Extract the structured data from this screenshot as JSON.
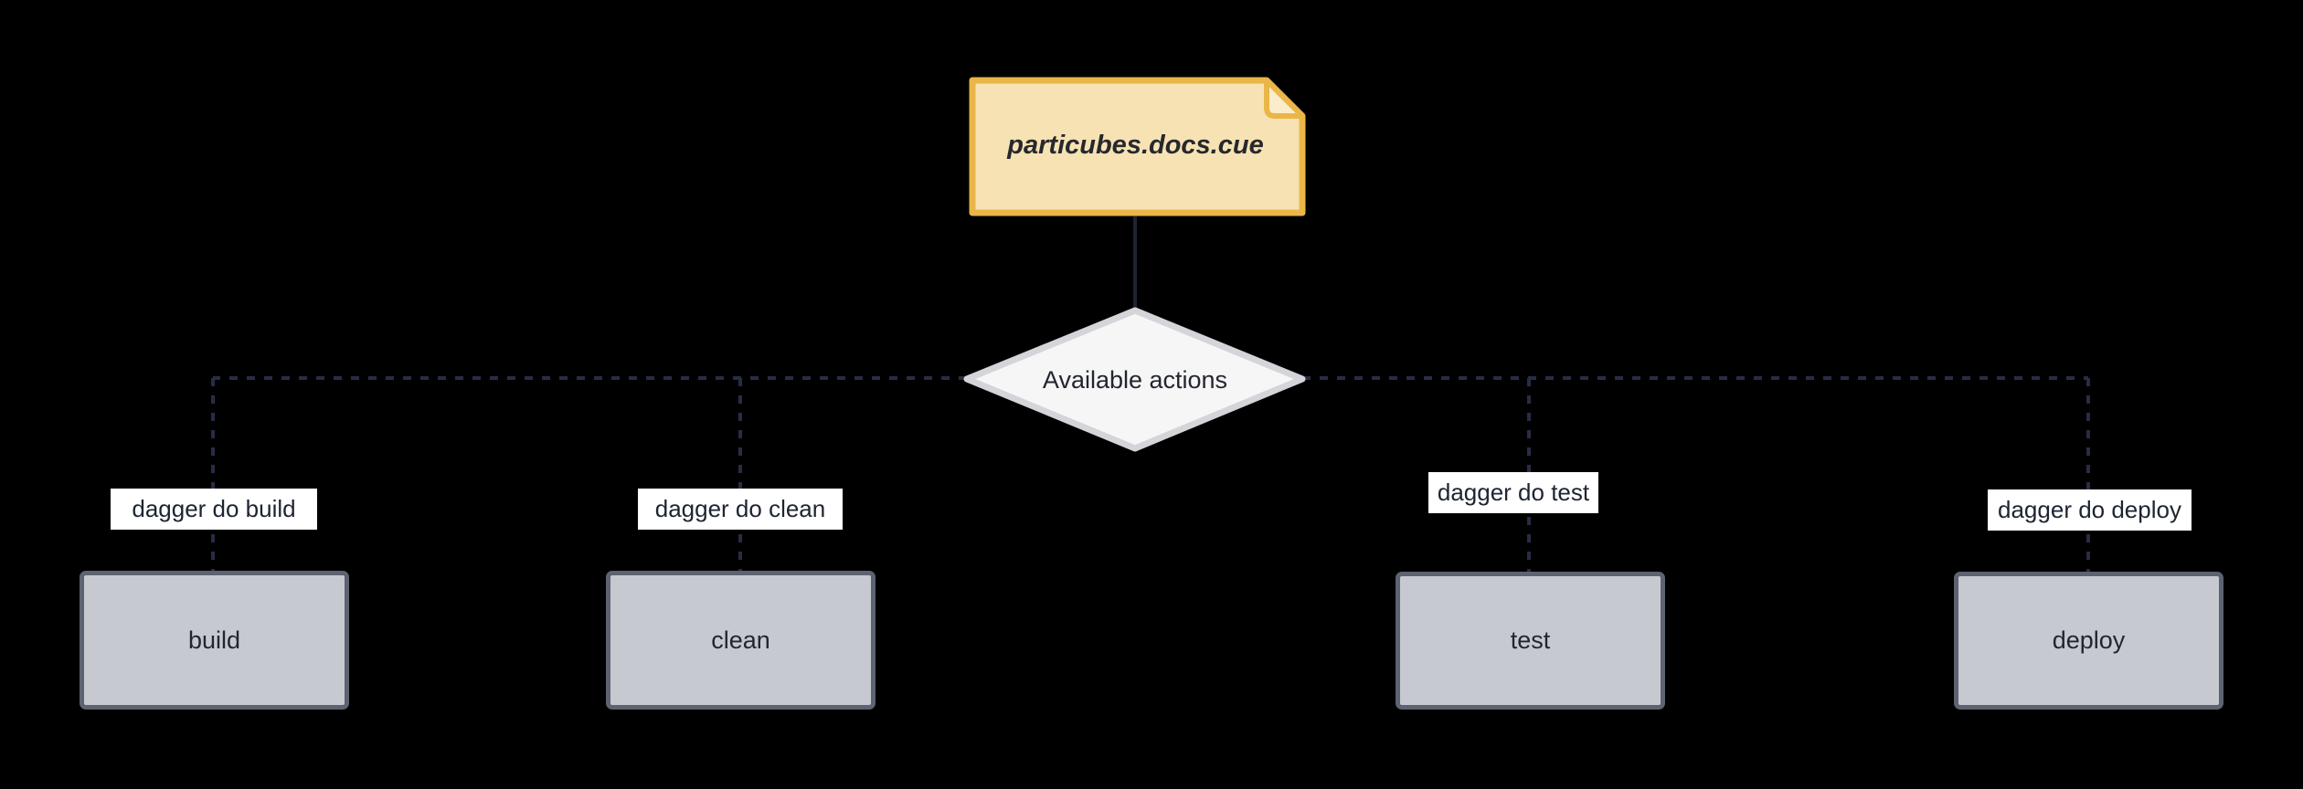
{
  "diagram": {
    "type": "flowchart",
    "background_color": "#000000",
    "source_file": {
      "label": "particubes.docs.cue",
      "fill_color": "#f7e2b4",
      "fold_fill_color": "#fbeccb",
      "border_color": "#eab648",
      "text_color": "#26282c"
    },
    "decision": {
      "label": "Available actions",
      "fill_color": "#f6f6f7",
      "border_color": "#d4d4d9",
      "text_color": "#22262e"
    },
    "actions": [
      {
        "command": "dagger do build",
        "node": "build"
      },
      {
        "command": "dagger do clean",
        "node": "clean"
      },
      {
        "command": "dagger do test",
        "node": "test"
      },
      {
        "command": "dagger do deploy",
        "node": "deploy"
      }
    ],
    "node_style": {
      "fill_color": "#c7c9d0",
      "border_color": "#5d6370",
      "text_color": "#22262e"
    },
    "edge_style": {
      "solid_color": "#1d2333",
      "dashed_color": "#272d45",
      "label_background": "#ffffff",
      "label_text_color": "#1e2433"
    }
  }
}
